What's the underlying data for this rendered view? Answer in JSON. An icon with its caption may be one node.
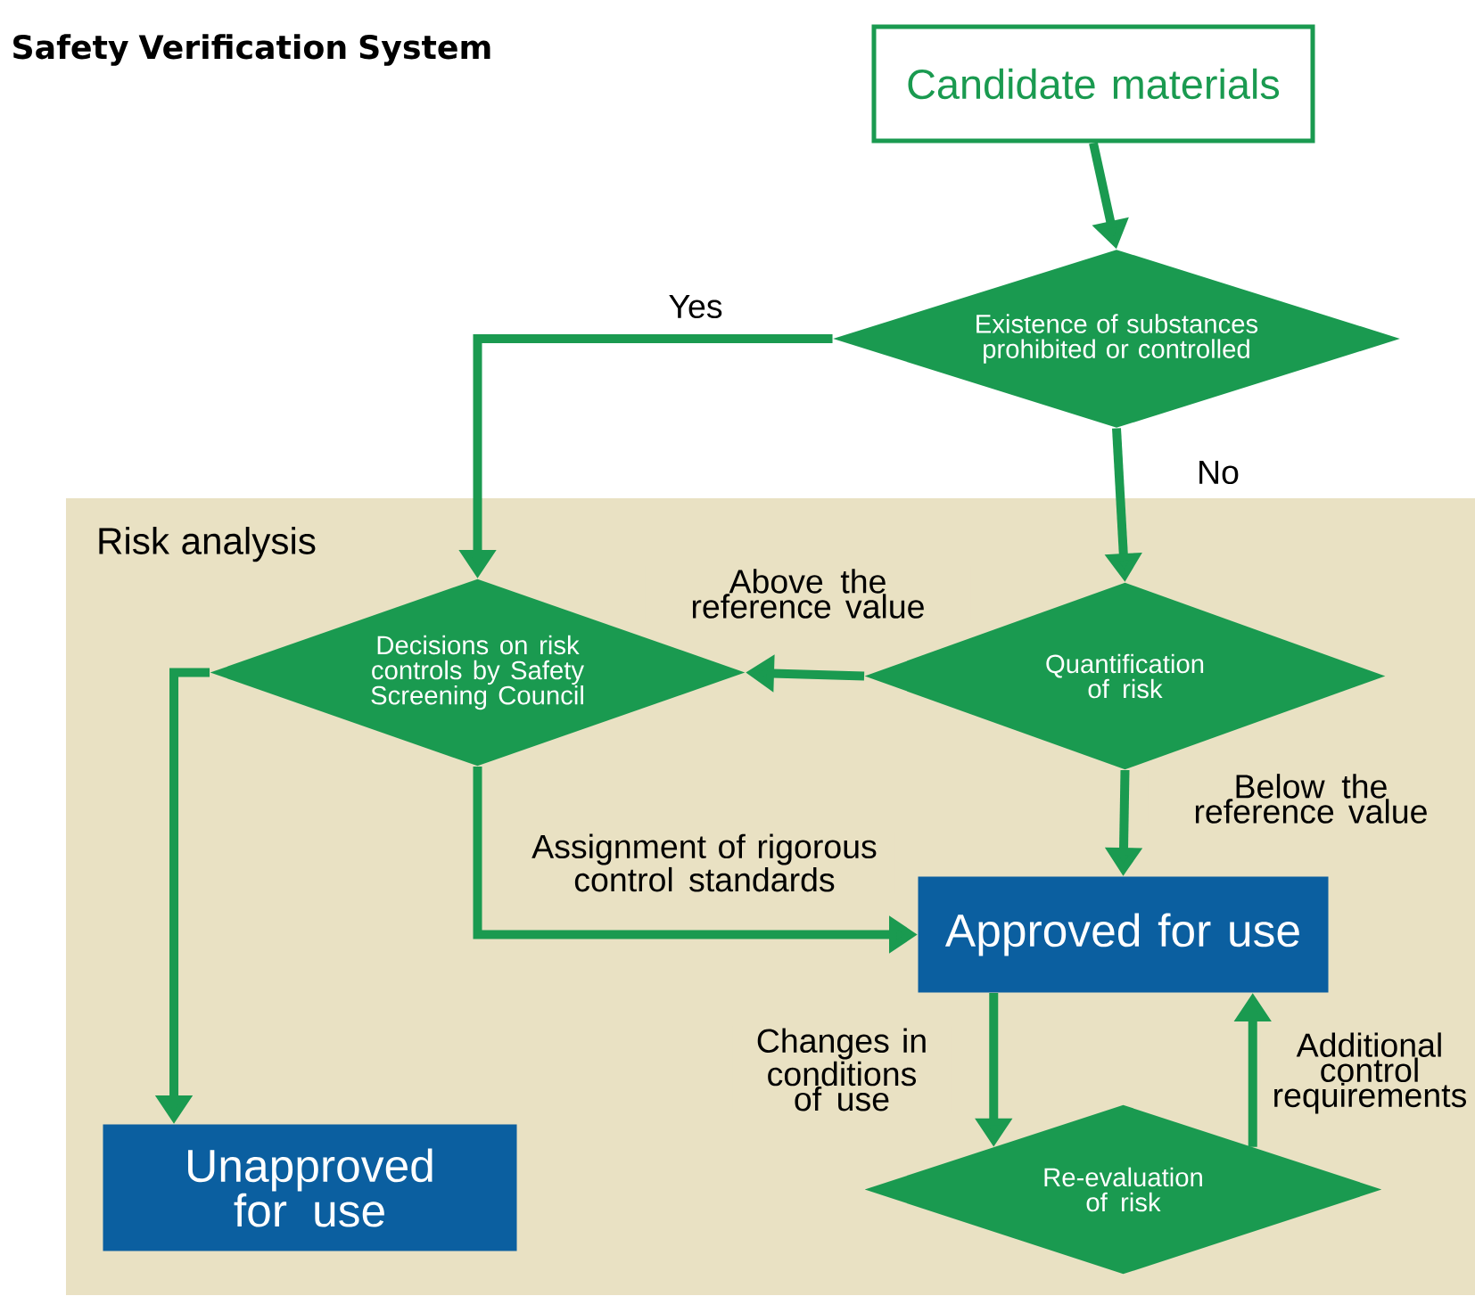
{
  "diagram": {
    "title": "Safety Verification System",
    "nodes": [
      {
        "text": [
          "Candidate materials"
        ]
      },
      {
        "text": [
          "Existence of substances prohibited or controlled"
        ]
      },
      {
        "text": [
          "Risk analysis"
        ]
      },
      {
        "text": [
          "Decisions on risk controls by Safety Screening Council"
        ],
        "in": 2
      },
      {
        "text": [
          "Quantification of risk"
        ],
        "in": 2
      },
      {
        "text": [
          "Approved for use"
        ],
        "in": 2
      },
      {
        "text": [
          "Unapproved for use"
        ],
        "in": 2
      },
      {
        "text": [
          "Re-evaluation of risk"
        ],
        "in": 2
      }
    ],
    "edges": [
      {
        "from": 0,
        "to": 1,
        "arrow": "to"
      },
      {
        "from": 1,
        "to": 3,
        "arrow": "to",
        "label": "Yes"
      },
      {
        "from": 1,
        "to": 4,
        "arrow": "to",
        "label": "No"
      },
      {
        "from": 4,
        "to": 3,
        "arrow": "to",
        "label": "Above the reference value"
      },
      {
        "from": 4,
        "to": 5,
        "arrow": "to",
        "label": "Below the reference value"
      },
      {
        "from": 3,
        "to": 5,
        "arrow": "to",
        "label": "Assignment of rigorous control standards"
      },
      {
        "from": 3,
        "to": 6,
        "arrow": "to"
      },
      {
        "from": 5,
        "to": 7,
        "arrow": "to",
        "label": "Changes in conditions of use"
      },
      {
        "from": 7,
        "to": 5,
        "arrow": "to",
        "label": "Additional control requirements"
      }
    ]
  }
}
